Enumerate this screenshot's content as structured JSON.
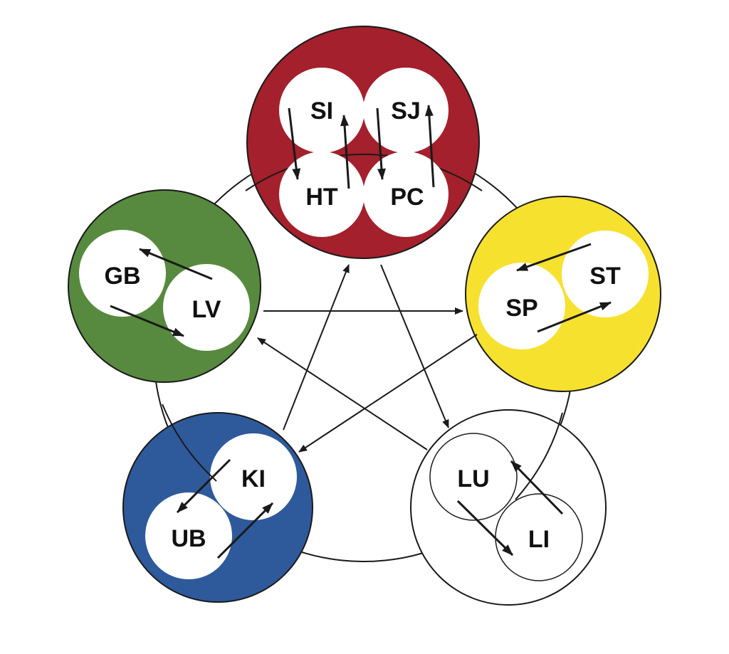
{
  "colors": {
    "fire": "#a3202c",
    "earth": "#f7e12f",
    "metal": "#ffffff",
    "water": "#2e5a9c",
    "wood": "#578a3e",
    "ink": "#1a1a1a"
  },
  "organs": {
    "si": "SI",
    "sj": "SJ",
    "ht": "HT",
    "pc": "PC",
    "gb": "GB",
    "lv": "LV",
    "sp": "SP",
    "st": "ST",
    "ki": "KI",
    "ub": "UB",
    "lu": "LU",
    "li": "LI"
  }
}
